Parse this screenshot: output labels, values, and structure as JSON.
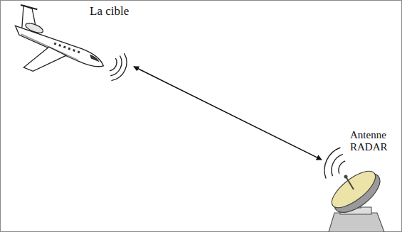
{
  "diagram": {
    "nodes": [
      {
        "text": [
          "La cible"
        ]
      },
      {
        "text": [
          "Antenne RADAR"
        ]
      }
    ],
    "edges": [
      {
        "from": 0,
        "to": 1,
        "arrow": "both"
      }
    ]
  }
}
